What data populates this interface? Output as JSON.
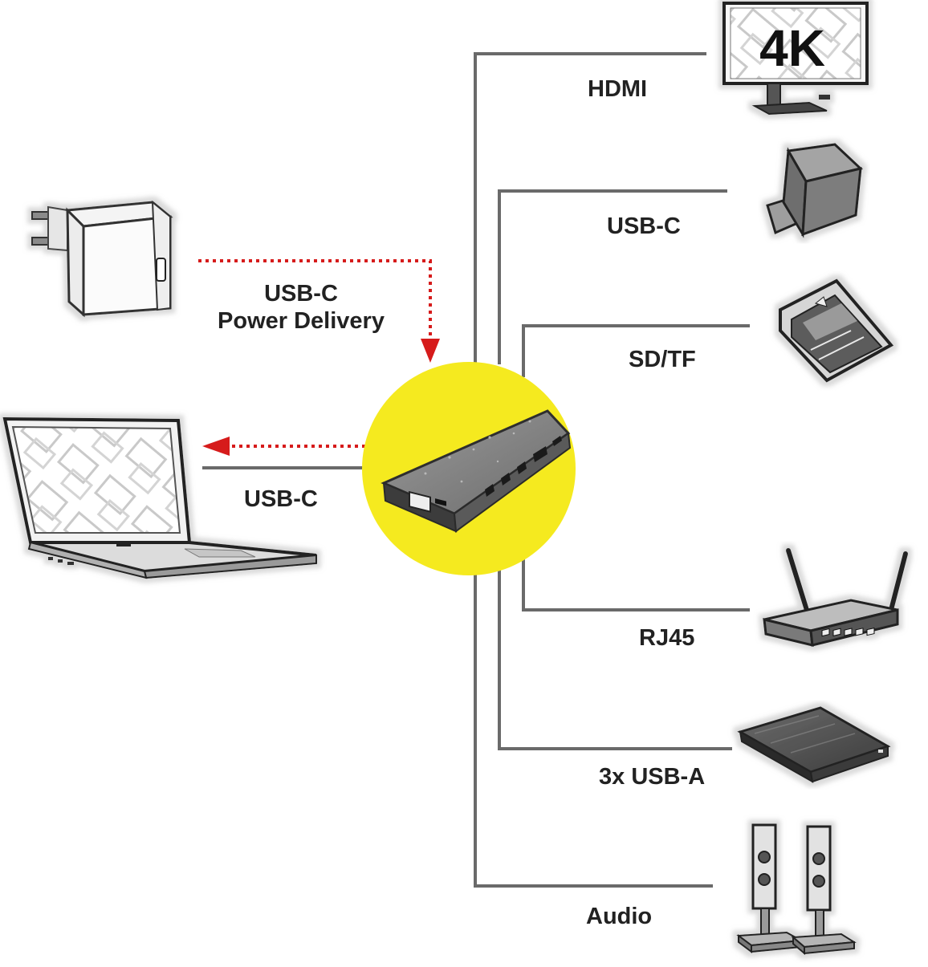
{
  "colors": {
    "hub_circle": "#f5ea1f",
    "line": "#6a6a6a",
    "arrow": "#d61b1b",
    "label": "#222222"
  },
  "monitor": {
    "screen_text": "4K"
  },
  "labels": {
    "hdmi": "HDMI",
    "usbc_device": "USB-C",
    "sdtf": "SD/TF",
    "power_line1": "USB-C",
    "power_line2": "Power Delivery",
    "laptop": "USB-C",
    "rj45": "RJ45",
    "usba": "3x USB-A",
    "audio": "Audio"
  },
  "icons": {
    "power_adapter": "power-adapter-icon",
    "laptop": "laptop-icon",
    "hub": "usb-c-hub-icon",
    "monitor": "monitor-icon",
    "usb_drive": "usb-c-drive-icon",
    "sd_card": "sd-card-icon",
    "router": "router-icon",
    "hard_drive": "external-hdd-icon",
    "speakers": "speakers-icon"
  }
}
